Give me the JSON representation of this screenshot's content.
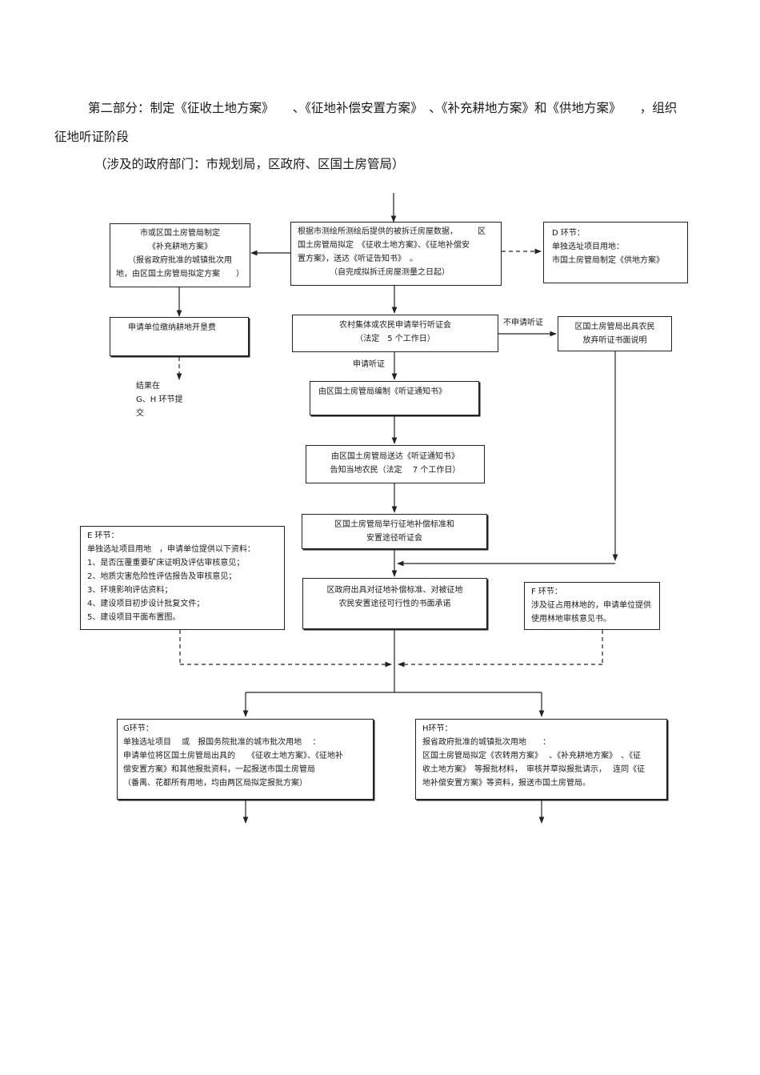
{
  "heading": {
    "line1": "第二部分：制定《征收土地方案》　　、《征地补偿安置方案》　、《补充耕地方案》和《供地方案》　　，组织",
    "line2": "征地听证阶段",
    "line3": "（涉及的政府部门：市规划局，区政府、区国土房管局）"
  },
  "boxes": {
    "buchong": [
      "市或区国土房管局制定",
      "《补充耕地方案》",
      "（报省政府批准的城镇批次用",
      "地，由区国土房管局拟定方案　　）"
    ],
    "cehui": [
      "根据市测绘所测绘后提供的被拆迁房屋数据，　　　区",
      "国土房管局拟定　《征收土地方案》、《征地补偿安",
      "置方案》，送达《听证告知书》　。",
      "（自完成拟拆迁房屋测量之日起）"
    ],
    "d": [
      "D 环节：",
      "单独选址项目用地：",
      "市国土房管局制定《供地方案》"
    ],
    "kaiken": [
      "申请单位缴纳耕地开垦费"
    ],
    "tingzhenghui": [
      "农村集体或农民申请举行听证会",
      "（法定　5 个工作日）"
    ],
    "fangqi": [
      "区国土房管局出具农民",
      "放弃听证书面说明"
    ],
    "bianzhi": [
      "由区国土房管局编制《听证通知书》"
    ],
    "songda": [
      "由区国土房管局送达《听证通知书》",
      "告知当地农民（法定　 7 个工作日）"
    ],
    "juxing": [
      "区国土房管局举行征地补偿标准和",
      "安置途径听证会"
    ],
    "e": [
      "E 环节：",
      "单独选址项目用地　，申请单位提供以下资料：",
      "1、是否压覆重要矿床证明及评估审核意见；",
      "2、地质灾害危险性评估报告及审核意见；",
      "3、环境影响评估资料；",
      "4、建设项目初步设计批复文件；",
      "5、建设项目平面布置图。"
    ],
    "chengnuo": [
      "区政府出具对征地补偿标准、对被征地",
      "农民安置途径可行性的书面承诺"
    ],
    "f": [
      "F 环节：",
      "涉及征占用林地的，申请单位提供",
      "使用林地审核意见书。"
    ],
    "g": [
      "G环节：",
      "单独选址项目　 或　报国务院批准的城市批次用地　 ：",
      "申请单位将区国土房管局出具的　　《征收土地方案》、《征地补",
      "偿安置方案》和其他报批资料，一起报送市国土房管局",
      "（番禺、花都所有用地，均由两区局拟定报批方案）"
    ],
    "h": [
      "H环节：",
      "报省政府批准的城镇批次用地　　：",
      "区国土房管局拟定《农转用方案》　 、《补充耕地方案》　、《征",
      "收土地方案》　等报批材料，　审核并草拟报批请示，　 连同《征",
      "地补偿安置方案》等资料，报送市国土房管局。"
    ]
  },
  "labels": {
    "jieguo": [
      "结果在",
      "G、H 环节提",
      "交"
    ],
    "bushenqing": "不申请听证",
    "shenqing": "申请听证"
  }
}
